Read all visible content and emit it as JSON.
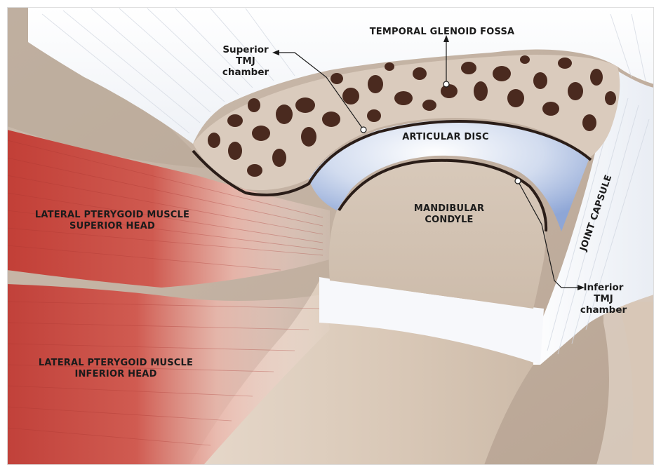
{
  "labels": {
    "temporal_glenoid_fossa": "TEMPORAL GLENOID FOSSA",
    "superior_tmj_chamber": "Superior\nTMJ\nchamber",
    "articular_disc": "ARTICULAR DISC",
    "mandibular_condyle": "MANDIBULAR\nCONDYLE",
    "joint_capsule": "JOINT CAPSULE",
    "inferior_tmj_chamber": "Inferior\nTMJ\nchamber",
    "lateral_pterygoid_superior": "LATERAL PTERYGOID MUSCLE\nSUPERIOR HEAD",
    "lateral_pterygoid_inferior": "LATERAL PTERYGOID MUSCLE\nINFERIOR HEAD"
  },
  "colors": {
    "muscle": "#c8463e",
    "bone_fill": "#d9cbbd",
    "bone_spots": "#4a2a1f",
    "disc": "#a9bde0",
    "condyle": "#d2c2b2",
    "capsule": "#f4f6fa",
    "background_tissue": "#c9b8a8"
  }
}
